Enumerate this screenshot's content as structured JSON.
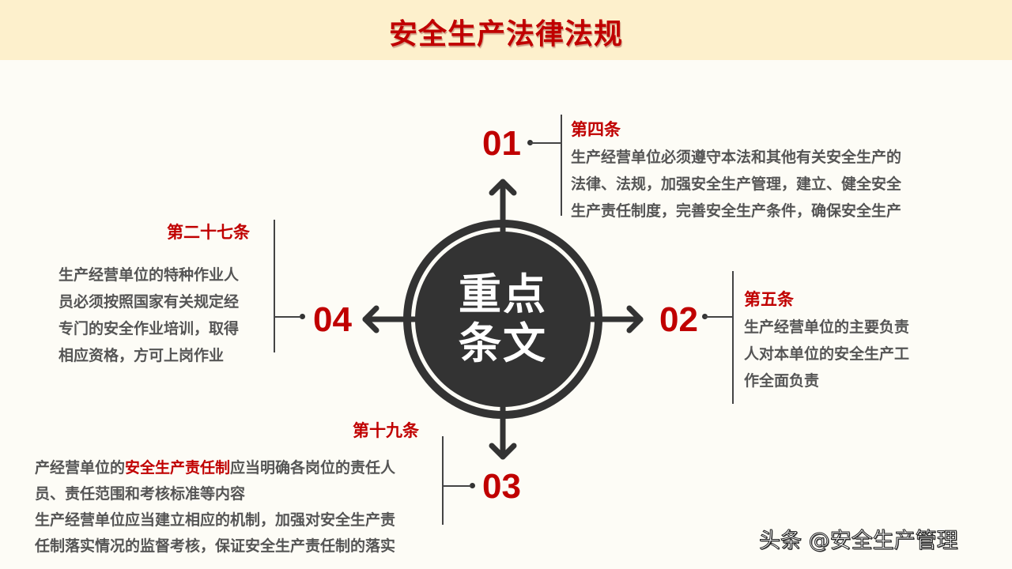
{
  "header": {
    "title": "安全生产法律法规"
  },
  "center": {
    "line1": "重点",
    "line2": "条文"
  },
  "colors": {
    "accent": "#c00000",
    "dark": "#333333",
    "body_text": "#555555",
    "header_bg": "#fdf0cc",
    "page_bg": "#fdfcf6"
  },
  "items": [
    {
      "number": "01",
      "title": "第四条",
      "lines": [
        "生产经营单位必须遵守本法和其他有关安全生产的",
        "法律、法规，加强安全生产管理，建立、健全安全",
        "生产责任制度，完善安全生产条件，确保安全生产"
      ]
    },
    {
      "number": "02",
      "title": "第五条",
      "lines": [
        "生产经营单位的主要负责",
        "人对本单位的安全生产工",
        "作全面负责"
      ]
    },
    {
      "number": "03",
      "title": "第十九条",
      "line1_pre": "产经营单位的",
      "line1_highlight": "安全生产责任制",
      "line1_post": "应当明确各岗位的责任人",
      "lines": [
        "员、责任范围和考核标准等内容",
        "生产经营单位应当建立相应的机制，加强对安全生产责",
        "任制落实情况的监督考核，保证安全生产责任制的落实"
      ]
    },
    {
      "number": "04",
      "title": "第二十七条",
      "lines": [
        "生产经营单位的特种作业人",
        "员必须按照国家有关规定经",
        "专门的安全作业培训，取得",
        "相应资格，方可上岗作业"
      ]
    }
  ],
  "watermark": "头条 @安全生产管理"
}
